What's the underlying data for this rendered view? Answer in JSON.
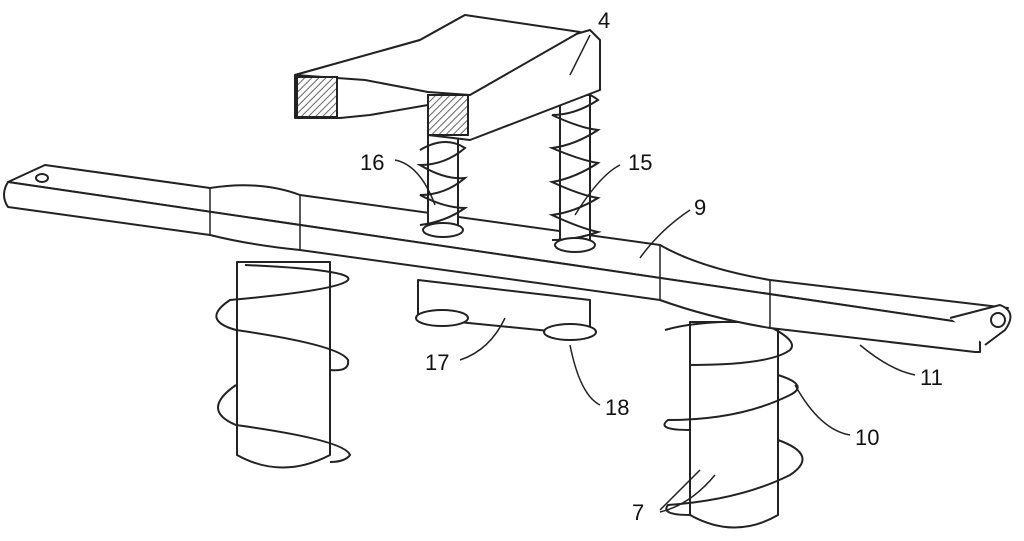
{
  "labels": {
    "l4": "4",
    "l15": "15",
    "l16": "16",
    "l9": "9",
    "l17": "17",
    "l18": "18",
    "l11": "11",
    "l10": "10",
    "l7": "7"
  },
  "colors": {
    "line": "#222222",
    "hatch": "#888888"
  }
}
